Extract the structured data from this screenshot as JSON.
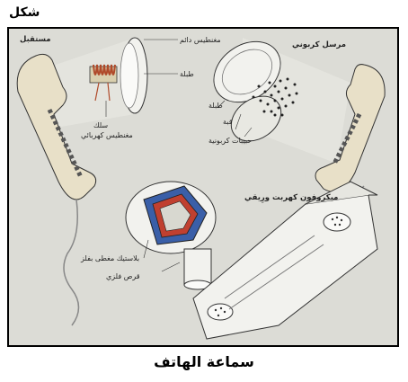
{
  "figure": {
    "top_label": "شكل",
    "caption": "سماعة الهاتف"
  },
  "labels": {
    "receiver_title": "مستقبل",
    "permanent_magnet": "مغنطيس دائم",
    "diaphragm_left": "طبلة",
    "wire": "سلك",
    "electromagnet": "مغنطيس كهربائي",
    "carbon_transmitter": "مرسل كربوني",
    "diaphragm_right": "طبلة",
    "cup": "قبة",
    "carbon_granules": "حبيبات كربونية",
    "microphone": "ميكروفون كهربت ورِيقي",
    "plastic_cover": "بلاستيك مغطى بفلز",
    "metal_disc": "قرص فلزي"
  },
  "colors": {
    "background": "#dcdcd6",
    "handset": "#e8e0c8",
    "outline": "#333333",
    "coil": "#b04a2a",
    "blue_part": "#3a5fa8"
  }
}
